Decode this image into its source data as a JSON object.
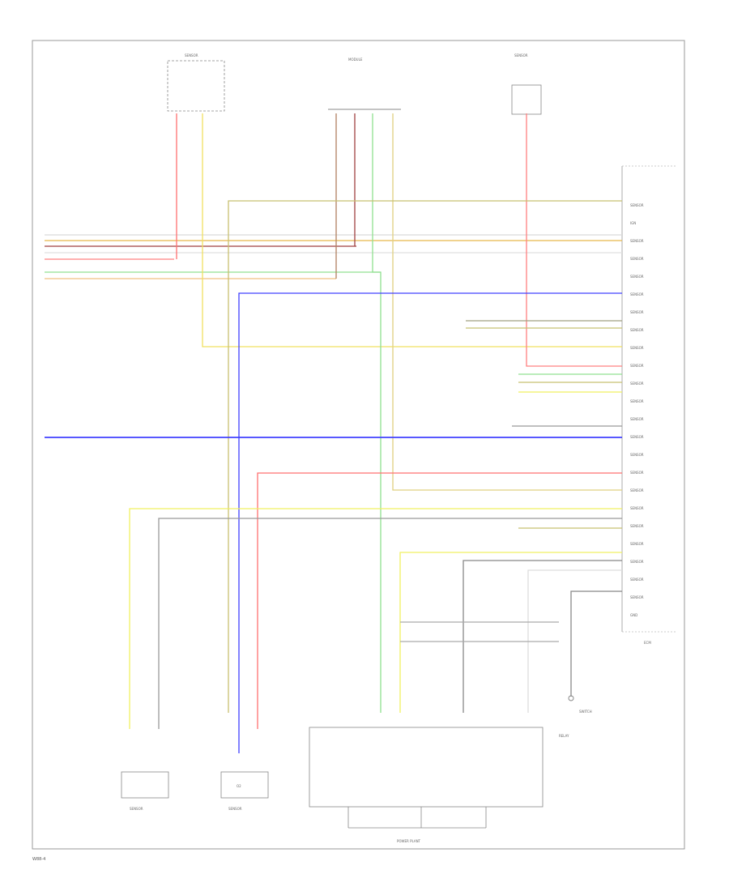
{
  "diagram": {
    "footer_code": "W88-4",
    "components": {
      "top_left_sensor": "SENSOR",
      "top_center_module": "MODULE",
      "top_right_sensor": "SENSOR",
      "ecm_label": "ECM",
      "bottom_left_sensor": "SENSOR",
      "bottom_mid_sensor": "SENSOR",
      "bottom_mid_box_text": "O2",
      "relay_box_label": "RELAY",
      "relay_box_footer": "POWER PLANT",
      "right_switch": "SWITCH"
    },
    "connector_pins_right": [
      "SENSOR",
      "IGN",
      "SENSOR",
      "SENSOR",
      "SENSOR",
      "SENSOR",
      "SENSOR",
      "SENSOR",
      "SENSOR",
      "SENSOR",
      "SENSOR",
      "SENSOR",
      "SENSOR",
      "SENSOR",
      "SENSOR",
      "SENSOR",
      "SENSOR",
      "SENSOR",
      "SENSOR",
      "SENSOR",
      "SENSOR",
      "SENSOR",
      "SENSOR",
      "GND"
    ]
  }
}
